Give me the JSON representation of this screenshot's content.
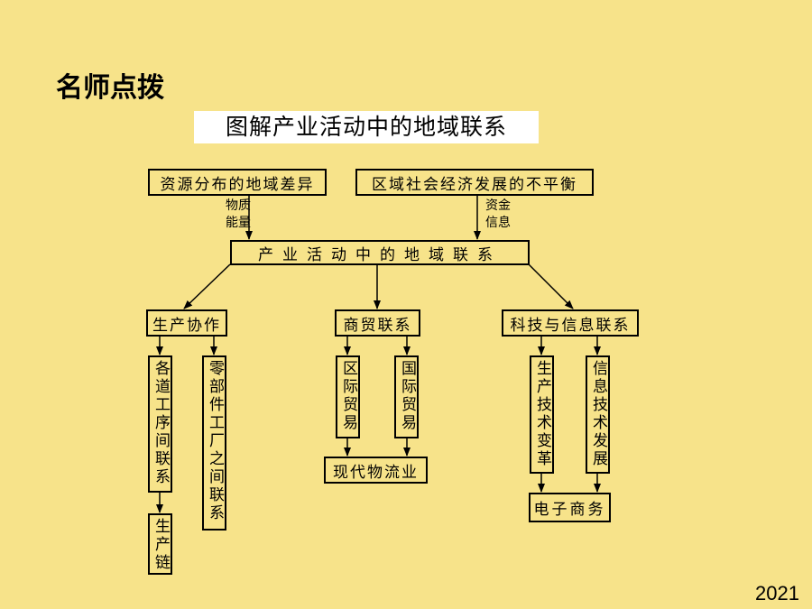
{
  "heading": "名师点拨",
  "subtitle": "图解产业活动中的地域联系",
  "top_left_box": "资源分布的地域差异",
  "top_right_box": "区域社会经济发展的不平衡",
  "flow_left_label_1": "物质",
  "flow_left_label_2": "能量",
  "flow_right_label_1": "资金",
  "flow_right_label_2": "信息",
  "center_box": "产业活动中的地域联系",
  "branch_production": "生产协作",
  "branch_trade": "商贸联系",
  "branch_tech": "科技与信息联系",
  "prod_sub_1": "各道工序间联系",
  "prod_sub_2": "零部件工厂之间联系",
  "prod_result": "生产链",
  "trade_sub_1": "区际贸易",
  "trade_sub_2": "国际贸易",
  "trade_result": "现代物流业",
  "tech_sub_1": "生产技术变革",
  "tech_sub_2": "信息技术发展",
  "tech_result": "电子商务",
  "footer_year": "2021"
}
